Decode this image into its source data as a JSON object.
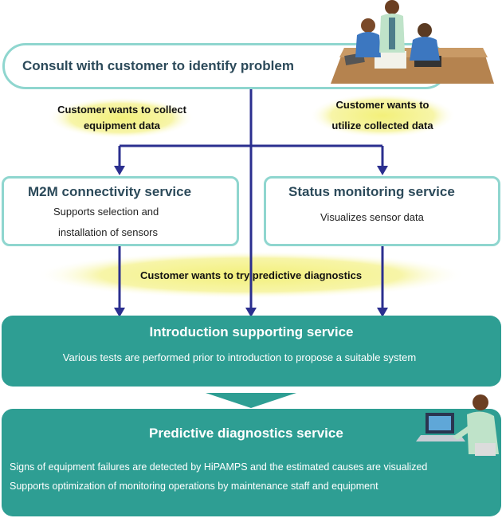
{
  "top_box": {
    "title": "Consult with customer to identify problem"
  },
  "conditions": {
    "left": [
      "Customer wants to collect",
      "equipment data"
    ],
    "right": [
      "Customer wants to",
      "utilize collected data"
    ],
    "middle": "Customer wants to try predictive diagnostics"
  },
  "m2m": {
    "title": "M2M connectivity service",
    "lines": [
      "Supports selection and",
      "installation of sensors"
    ]
  },
  "status": {
    "title": "Status monitoring service",
    "line": "Visualizes sensor data"
  },
  "introduction": {
    "title": "Introduction supporting service",
    "line": "Various tests are performed prior to introduction to propose a suitable system"
  },
  "predictive": {
    "title": "Predictive diagnostics service",
    "lines": [
      "Signs of equipment failures are detected by HiPAMPS and the estimated causes are visualized",
      "Supports optimization of monitoring operations by maintenance staff and equipment"
    ]
  },
  "colors": {
    "arrow": "#2b2f8f",
    "teal": "#2e9e93",
    "outline": "#8fd6cf",
    "highlight": "#f6f39a"
  },
  "icons": [
    "consulting-team-illustration",
    "laptop-user-illustration"
  ]
}
